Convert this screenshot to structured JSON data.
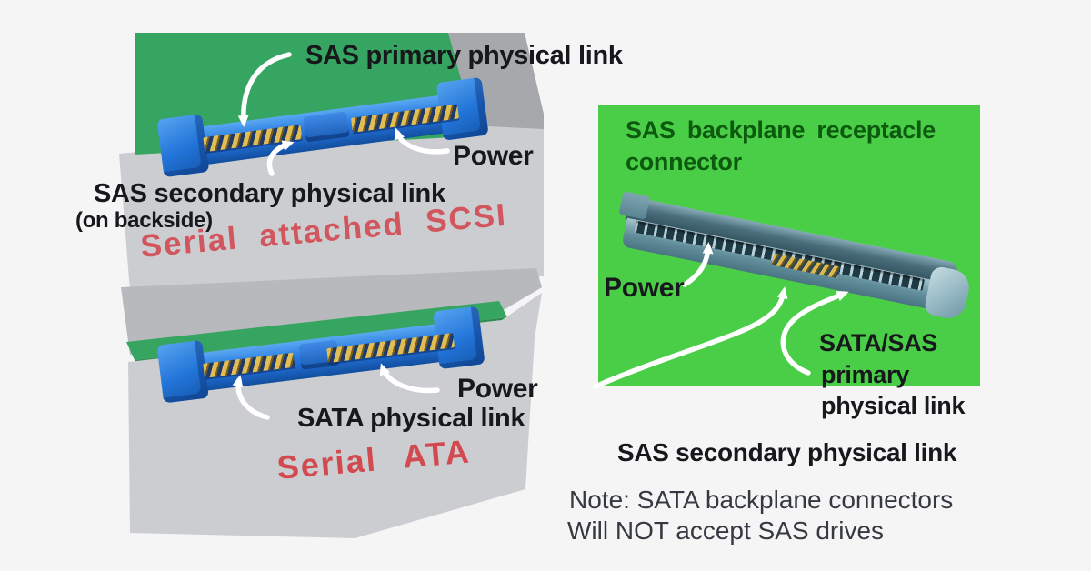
{
  "title": "SAS vs SATA connector diagram",
  "labels": {
    "sas_primary": "SAS primary physical link",
    "power_top": "Power",
    "sas_secondary": "SAS secondary physical link",
    "on_backside": "(on backside)",
    "serial_attached_scsi": "Serial attached SCSI",
    "power_bottom": "Power",
    "sata_physical_link": "SATA physical link",
    "serial_ata": "Serial ATA",
    "panel_title_line1": "SAS backplane  receptacle",
    "panel_title_line2": "connector",
    "panel_power": "Power",
    "sata_sas_line1": "SATA/SAS",
    "sata_sas_line2": "primary",
    "sata_sas_line3": "physical link",
    "sas_secondary_below": "SAS secondary physical link",
    "note_line1": "Note: SATA backplane connectors",
    "note_line2": "Will NOT accept SAS drives"
  },
  "colors": {
    "background": "#f5f5f6",
    "pcb_green": "#36a561",
    "panel_green": "#4ace47",
    "panel_text_green": "#0b5a0e",
    "connector_blue": "#2274d8",
    "pin_gold": "#dcb852",
    "receptacle_teal": "#628e9c",
    "stamp_red": "#d2565e",
    "body_gray": "#cbcdd0",
    "label_black": "#17181b"
  }
}
